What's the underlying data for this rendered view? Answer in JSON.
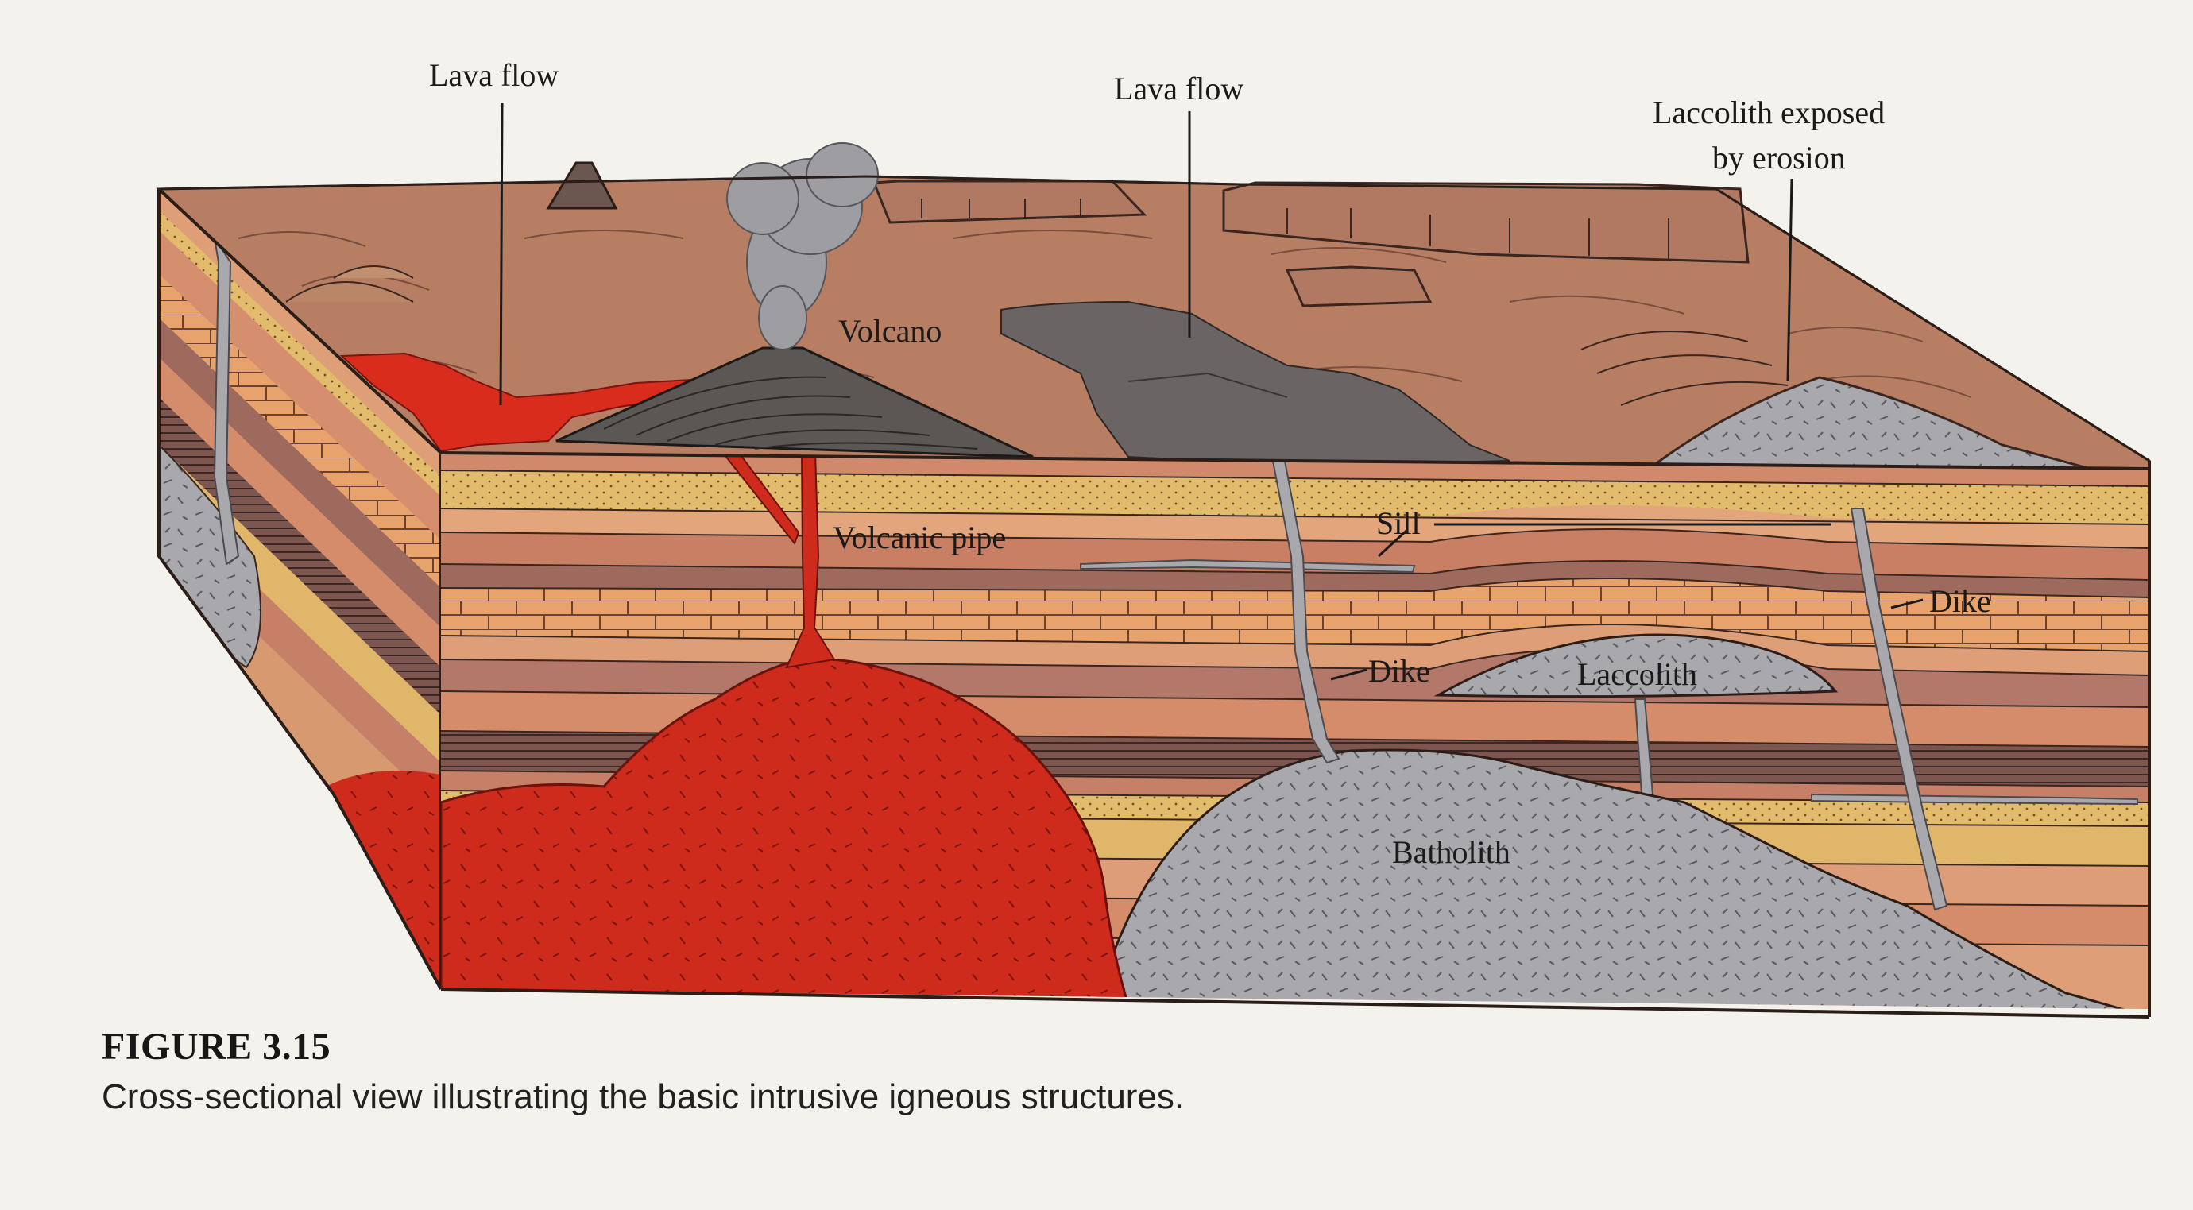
{
  "labels": {
    "lava_flow_left": "Lava flow",
    "lava_flow_center": "Lava flow",
    "laccolith_exposed_line1": "Laccolith exposed",
    "laccolith_exposed_line2": "by erosion",
    "volcano": "Volcano",
    "volcanic_pipe": "Volcanic pipe",
    "sill": "Sill",
    "dike_center": "Dike",
    "dike_right": "Dike",
    "laccolith": "Laccolith",
    "batholith": "Batholith"
  },
  "caption": {
    "title": "FIGURE 3.15",
    "text": "Cross-sectional view illustrating the basic intrusive igneous structures."
  },
  "colors": {
    "surface": "#b77e63",
    "magma": "#cf2b1d",
    "igneous_rock": "#a7a7ac",
    "sandstone": "#e0b76a",
    "shale_light": "#de9f78",
    "shale_dark": "#9e6a5e",
    "limestone": "#e7a06a",
    "lava_dark": "#6a6564",
    "volcano_ash": "#5b5755"
  }
}
